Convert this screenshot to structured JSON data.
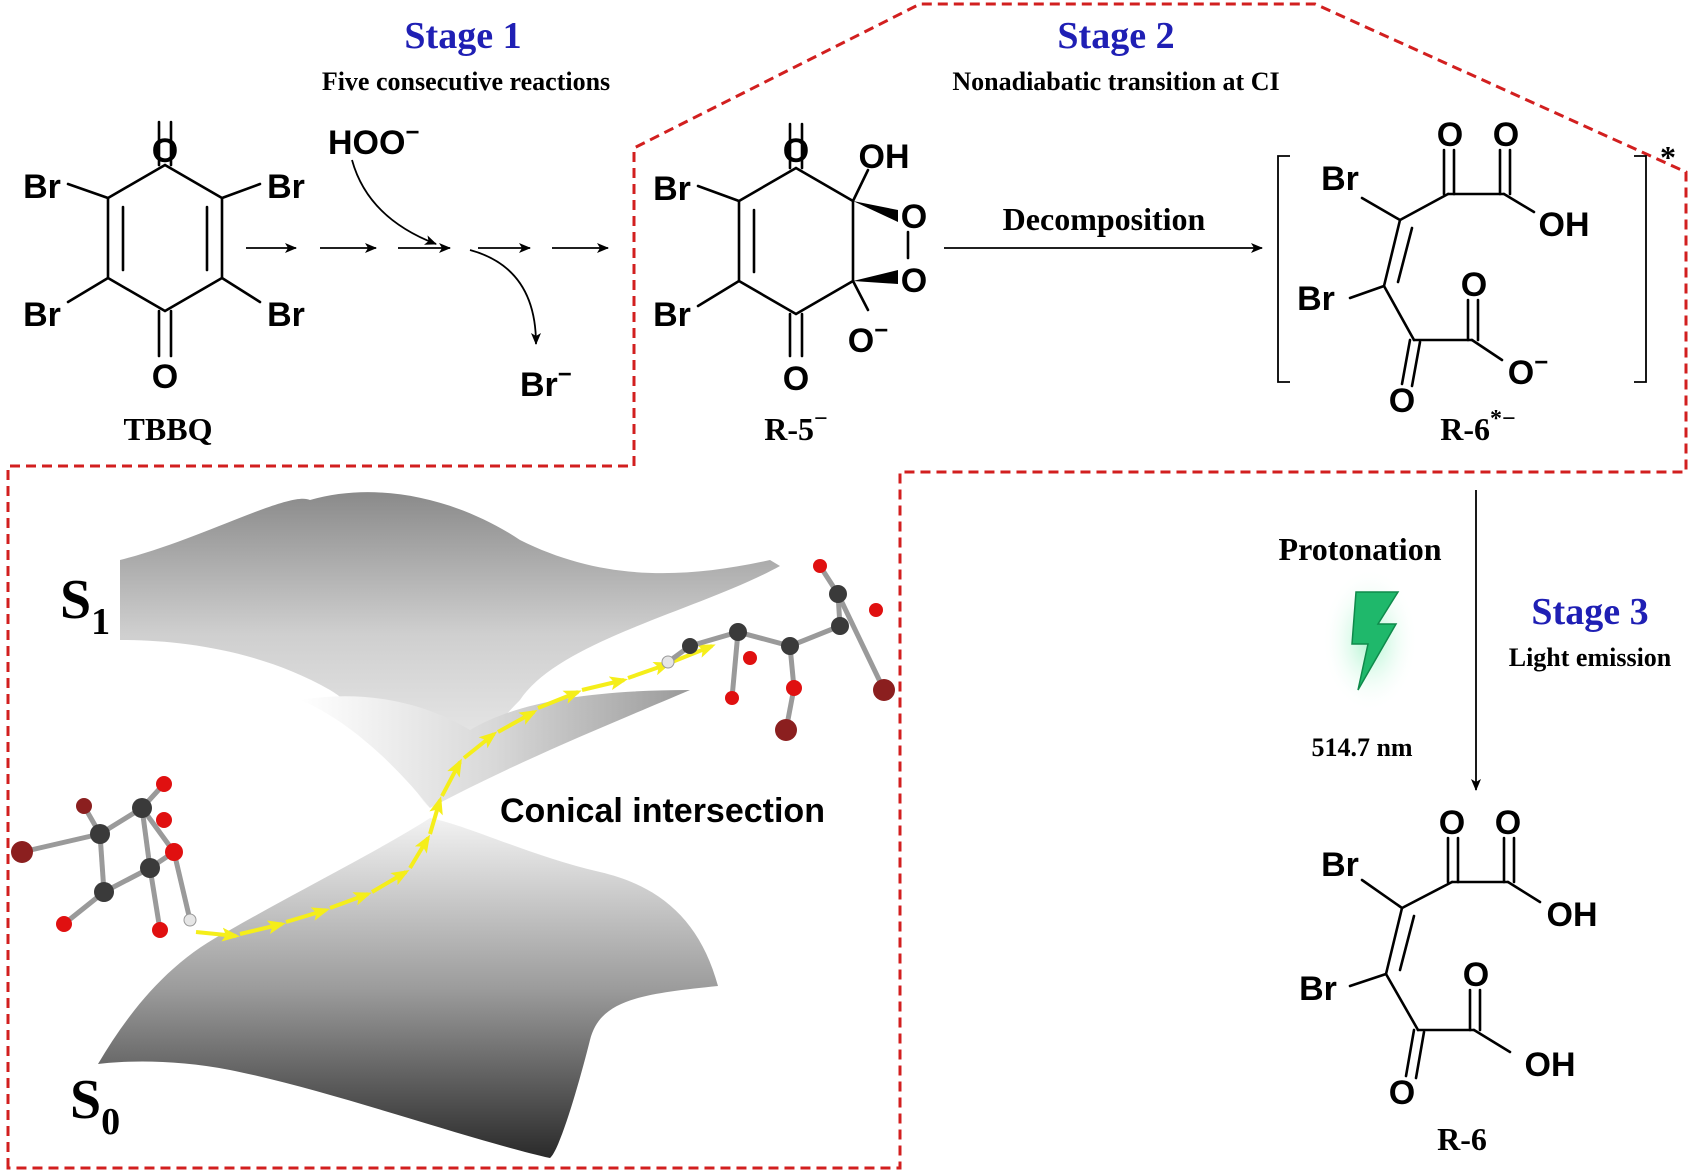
{
  "stages": {
    "s1_title": "Stage 1",
    "s1_sub": "Five consecutive reactions",
    "s2_title": "Stage 2",
    "s2_sub": "Nonadiabatic transition at CI",
    "s3_title": "Stage 3",
    "s3_sub": "Light emission"
  },
  "molecules": {
    "tbbq": {
      "name": "TBBQ",
      "O": "O",
      "Br": "Br"
    },
    "r5": {
      "name": "R-5",
      "name_sup": "−",
      "OH": "OH",
      "O": "O",
      "Oneg": "O",
      "neg": "−",
      "Br": "Br"
    },
    "r6_star": {
      "name": "R-6",
      "name_sup": "*−",
      "star": "*",
      "Br": "Br",
      "O": "O",
      "OH": "OH",
      "Oneg": "O",
      "neg": "−"
    },
    "r6": {
      "name": "R-6",
      "Br": "Br",
      "O": "O",
      "OH": "OH"
    }
  },
  "reagents": {
    "hoo": "HOO",
    "hoo_sup": "−",
    "br": "Br",
    "br_sup": "−"
  },
  "labels": {
    "decomposition": "Decomposition",
    "protonation": "Protonation",
    "wavelength": "514.7 nm",
    "conical": "Conical intersection",
    "s1": "S",
    "s1_sub": "1",
    "s0": "S",
    "s0_sub": "0"
  },
  "colors": {
    "stage_blue": "#1f1fb4",
    "dash_red": "#d21f1f",
    "path_yellow": "#f5ee1a",
    "lightning_green": "#1fb86b",
    "oxygen_red": "#e01010",
    "carbon_gray": "#3a3a3a",
    "bromine_maroon": "#8b1f1f"
  }
}
